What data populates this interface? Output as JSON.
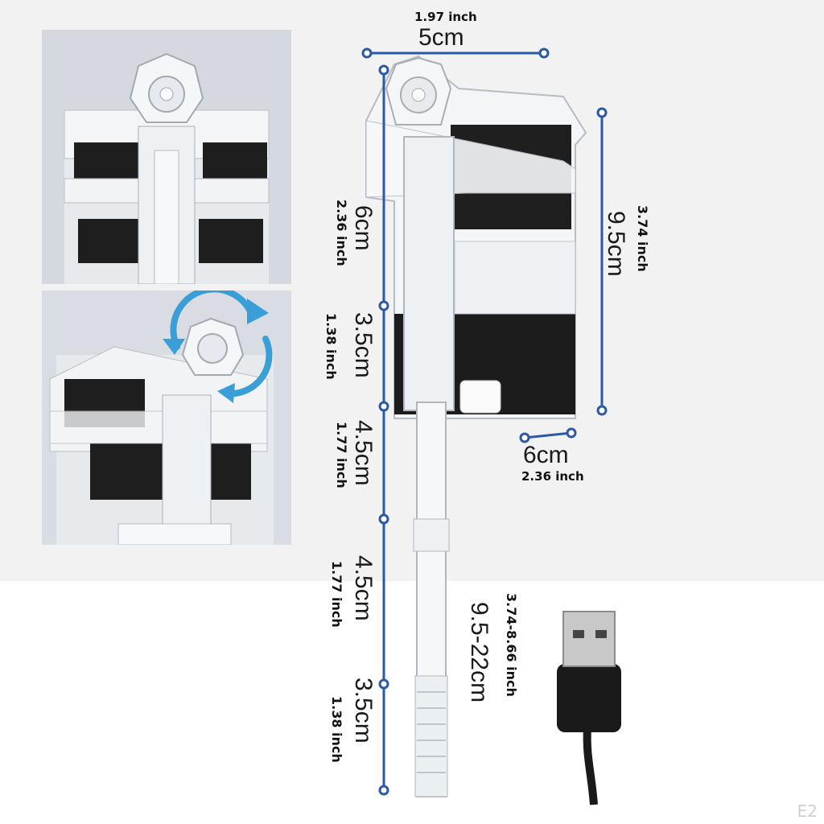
{
  "dimensions": {
    "width_top": {
      "cm": "5cm",
      "inch": "1.97 inch"
    },
    "height_right": {
      "cm": "9.5cm",
      "inch": "3.74 inch"
    },
    "depth": {
      "cm": "6cm",
      "inch": "2.36 inch"
    },
    "left_segments": [
      {
        "cm": "6cm",
        "inch": "2.36 inch"
      },
      {
        "cm": "3.5cm",
        "inch": "1.38 inch"
      },
      {
        "cm": "4.5cm",
        "inch": "1.77 inch"
      },
      {
        "cm": "4.5cm",
        "inch": "1.77 inch"
      },
      {
        "cm": "3.5cm",
        "inch": "1.38 inch"
      }
    ],
    "tube_length": {
      "cm": "9.5-22cm",
      "inch": "3.74-8.66 inch"
    }
  },
  "watermark": "E2",
  "colors": {
    "dimension_line": "#2b59a8",
    "rotate_arrow": "#3a9fd6",
    "photo_bg": "#d5d9df",
    "sponge": "#1e1e1e",
    "cable": "#1a1a1a"
  },
  "icons": [
    "rotate-arrows-icon",
    "usb-plug-icon"
  ]
}
